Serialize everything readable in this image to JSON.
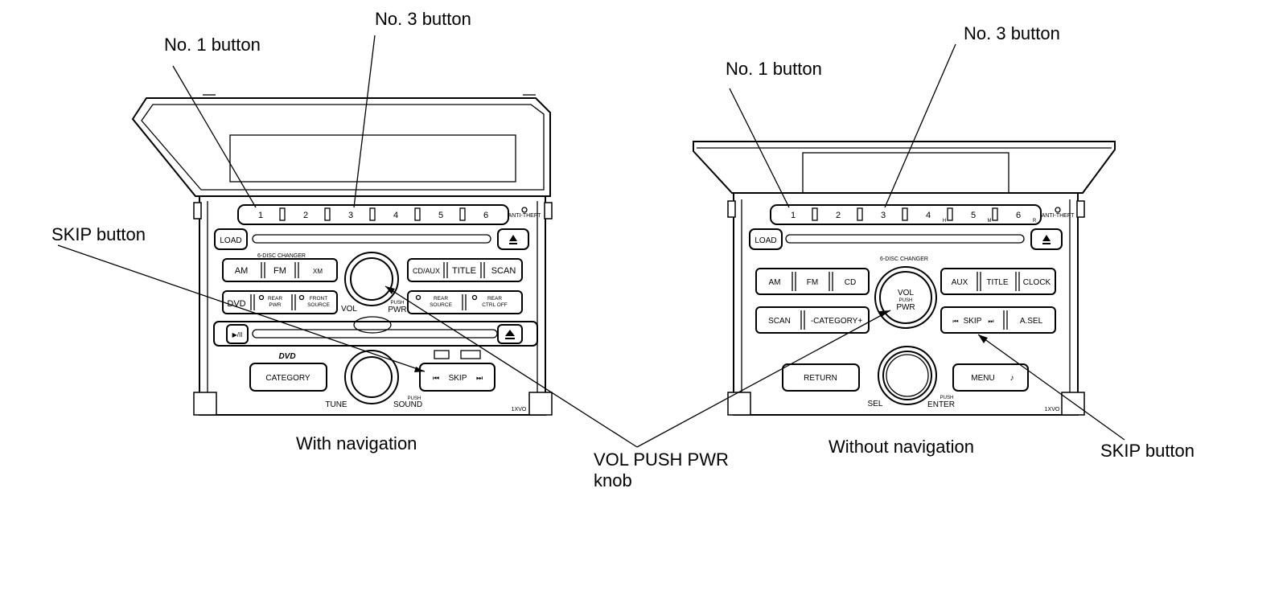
{
  "callouts": {
    "left_no1": "No. 1 button",
    "left_no3": "No. 3 button",
    "left_skip": "SKIP button",
    "right_no1": "No. 1 button",
    "right_no3": "No. 3 button",
    "right_skip": "SKIP button",
    "vol_line1": "VOL PUSH PWR",
    "vol_line2": "knob"
  },
  "captions": {
    "with_nav": "With navigation",
    "without_nav": "Without navigation"
  },
  "left_unit": {
    "presets": [
      "1",
      "2",
      "3",
      "4",
      "5",
      "6"
    ],
    "anti_theft": "ANTI-THEFT",
    "load": "LOAD",
    "changer": "6-DISC CHANGER",
    "am": "AM",
    "fm": "FM",
    "xm": "XM",
    "cd_aux": "CD/AUX",
    "title": "TITLE",
    "scan": "SCAN",
    "dvd": "DVD",
    "rear_pwr": [
      "REAR",
      "PWR"
    ],
    "front_source": [
      "FRONT",
      "SOURCE"
    ],
    "rear_source": [
      "REAR",
      "SOURCE"
    ],
    "rear_ctrl": [
      "REAR",
      "CTRL OFF"
    ],
    "vol": "VOL",
    "push": "PUSH",
    "pwr": "PWR",
    "play_pause": "▶/II",
    "dvd_logo": "DVD",
    "category": "CATEGORY",
    "skip": "SKIP",
    "tune": "TUNE",
    "sound": "SOUND",
    "model": "1XVO"
  },
  "right_unit": {
    "presets": [
      "1",
      "2",
      "3",
      "4",
      "5",
      "6"
    ],
    "preset_marks": [
      "H",
      "M",
      "R"
    ],
    "anti_theft": "ANTI-THEFT",
    "load": "LOAD",
    "changer": "6-DISC CHANGER",
    "am": "AM",
    "fm": "FM",
    "cd": "CD",
    "aux": "AUX",
    "title": "TITLE",
    "clock": "CLOCK",
    "scan": "SCAN",
    "category": "-CATEGORY+",
    "skip": "SKIP",
    "asel": "A.SEL",
    "knob_vol": "VOL",
    "knob_push": "PUSH",
    "knob_pwr": "PWR",
    "return": "RETURN",
    "menu": "MENU",
    "sel": "SEL",
    "push": "PUSH",
    "enter": "ENTER",
    "model": "1XVO"
  }
}
